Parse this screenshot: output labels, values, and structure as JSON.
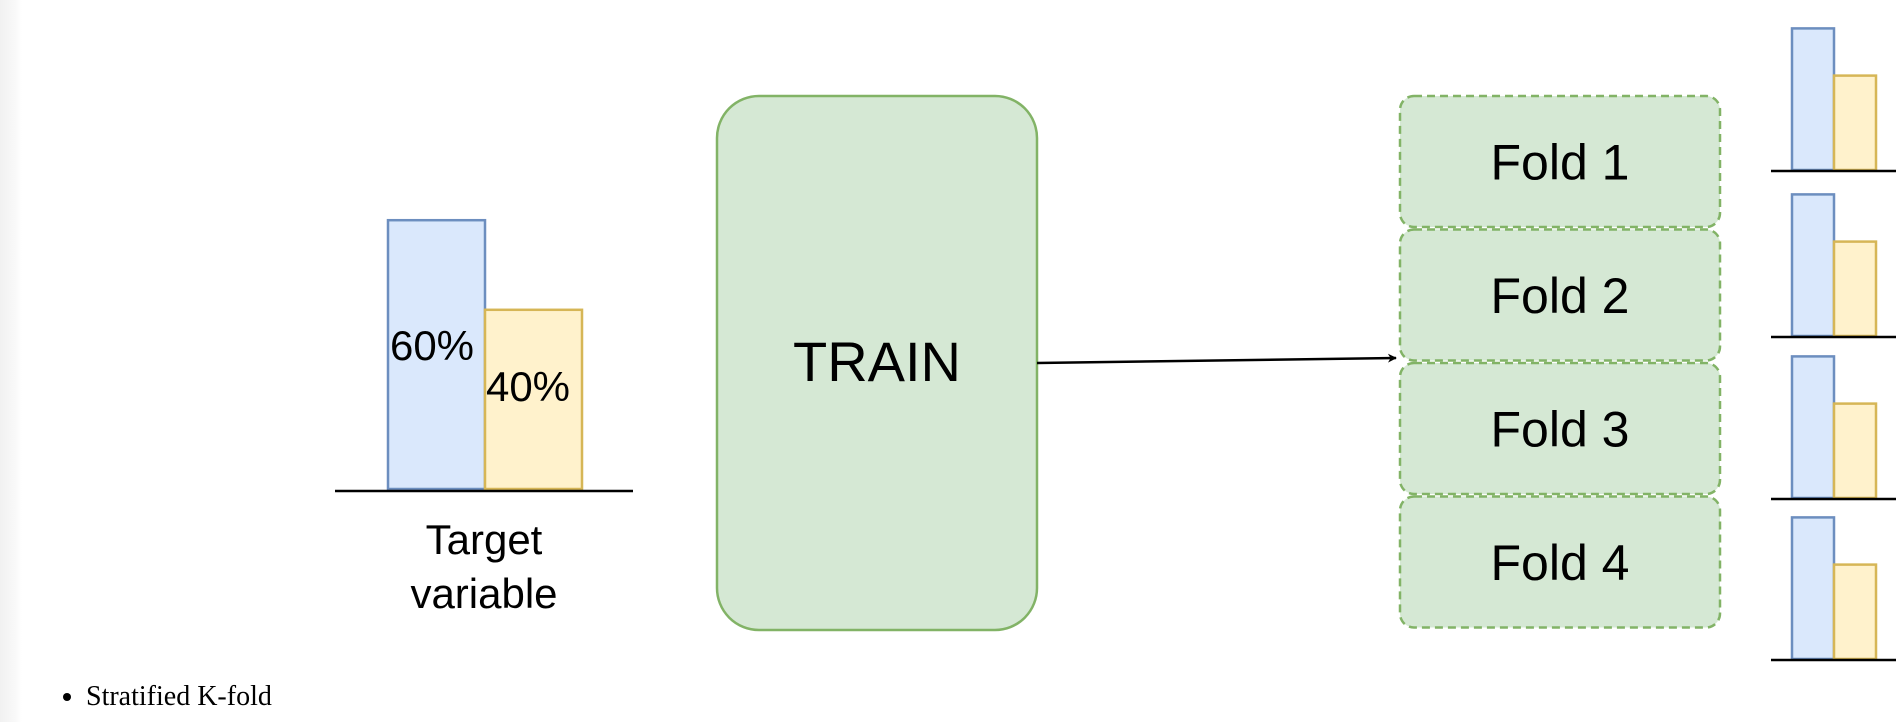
{
  "colors": {
    "blue_fill": "#dae8fc",
    "blue_stroke": "#6c8ebf",
    "yellow_fill": "#fff2cc",
    "yellow_stroke": "#d6b656",
    "green_fill": "#d5e8d4",
    "green_stroke": "#82b366",
    "line": "#000000"
  },
  "target": {
    "class_a_label": "60%",
    "class_b_label": "40%",
    "caption_line1": "Target",
    "caption_line2": "variable",
    "class_a_share": 0.6,
    "class_b_share": 0.4
  },
  "train": {
    "label": "TRAIN"
  },
  "folds": [
    {
      "label": "Fold 1",
      "class_a_share": 0.6,
      "class_b_share": 0.4
    },
    {
      "label": "Fold 2",
      "class_a_share": 0.6,
      "class_b_share": 0.4
    },
    {
      "label": "Fold 3",
      "class_a_share": 0.6,
      "class_b_share": 0.4
    },
    {
      "label": "Fold 4",
      "class_a_share": 0.6,
      "class_b_share": 0.4
    }
  ],
  "list": {
    "item1": "Stratified K-fold"
  }
}
